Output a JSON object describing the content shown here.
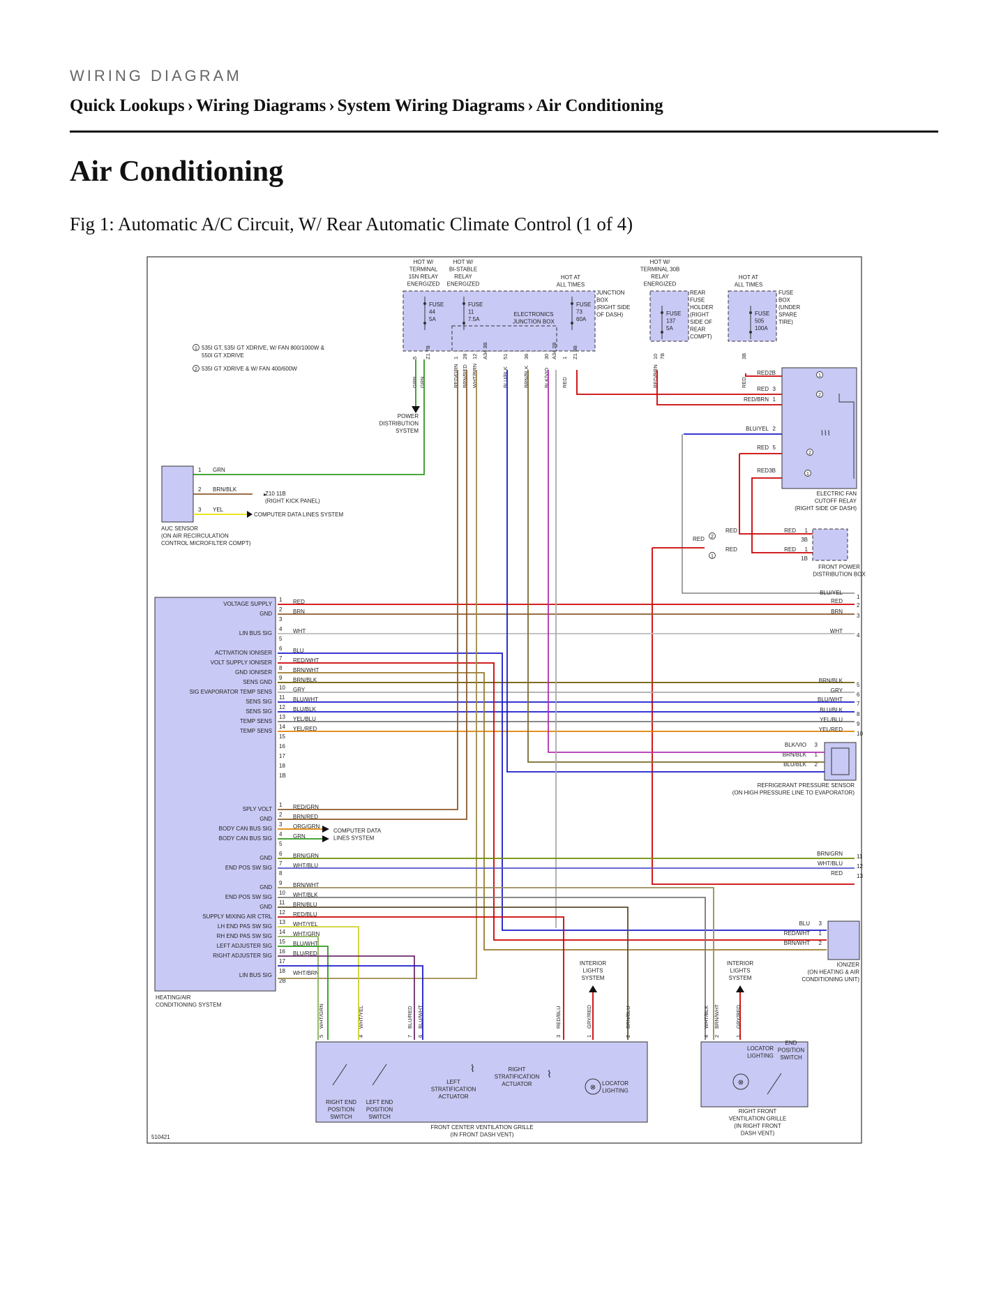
{
  "kicker": "WIRING DIAGRAM",
  "breadcrumb": [
    "Quick Lookups",
    "Wiring Diagrams",
    "System Wiring Diagrams",
    "Air Conditioning"
  ],
  "title": "Air Conditioning",
  "caption": "Fig 1: Automatic A/C Circuit, W/ Rear Automatic Climate Control (1 of 4)",
  "diagram": {
    "figure_id": "510421",
    "notes": [
      {
        "mark": "1",
        "text": "535I GT, 535I GT XDRIVE, W/ FAN 800/1000W &"
      },
      {
        "mark": "",
        "text": "550I GT XDRIVE"
      },
      {
        "mark": "2",
        "text": "535I GT XDRIVE & W/ FAN 400/600W"
      }
    ],
    "power_labels": {
      "hot_15n": [
        "HOT W/",
        "TERMINAL",
        "15N RELAY",
        "ENERGIZED"
      ],
      "hot_bistable": [
        "HOT W/",
        "BI-STABLE",
        "RELAY",
        "ENERGIZED"
      ],
      "hot_all1": [
        "HOT AT",
        "ALL TIMES"
      ],
      "hot_30b": [
        "HOT W/",
        "TERMINAL 30B",
        "RELAY",
        "ENERGIZED"
      ],
      "hot_all2": [
        "HOT AT",
        "ALL TIMES"
      ]
    },
    "fuses": {
      "f44": [
        "FUSE",
        "44",
        "5A"
      ],
      "f11": [
        "FUSE",
        "11",
        "7.5A"
      ],
      "f73": [
        "FUSE",
        "73",
        "60A"
      ],
      "f137": [
        "FUSE",
        "137",
        "5A"
      ],
      "f505": [
        "FUSE",
        "505",
        "100A"
      ]
    },
    "boxes": {
      "ejb": [
        "ELECTRONICS",
        "JUNCTION BOX"
      ],
      "jbox": [
        "JUNCTION",
        "BOX",
        "(RIGHT SIDE",
        "OF DASH)"
      ],
      "rear_fuse": [
        "REAR",
        "FUSE",
        "HOLDER",
        "(RIGHT",
        "SIDE OF",
        "REAR",
        "COMPT)"
      ],
      "fuse_box": [
        "FUSE",
        "BOX",
        "(UNDER",
        "SPARE",
        "TIRE)"
      ],
      "power_dist": [
        "POWER",
        "DISTRIBUTION",
        "SYSTEM"
      ],
      "auc": [
        "AUC SENSOR",
        "(ON AIR RECIRCULATION",
        "CONTROL MICROFILTER COMPT)"
      ],
      "z10": [
        "Z10 11B",
        "(RIGHT KICK PANEL)"
      ],
      "cdl1": "COMPUTER DATA LINES SYSTEM",
      "cdl2": [
        "COMPUTER DATA",
        "LINES SYSTEM"
      ],
      "fan_relay": [
        "ELECTRIC FAN",
        "CUTOFF RELAY",
        "(RIGHT SIDE OF DASH)"
      ],
      "fpdb": [
        "FRONT POWER",
        "DISTRIBUTION BOX"
      ],
      "refrig": [
        "REFRIGERANT PRESSURE SENSOR",
        "(ON HIGH PRESSURE LINE TO EVAPORATOR)"
      ],
      "ionizer": [
        "IONIZER",
        "(ON HEATING & AIR",
        "CONDITIONING UNIT)"
      ],
      "hvac": [
        "HEATING/AIR",
        "CONDITIONING SYSTEM"
      ],
      "interior1": [
        "INTERIOR",
        "LIGHTS",
        "SYSTEM"
      ],
      "interior2": [
        "INTERIOR",
        "LIGHTS",
        "SYSTEM"
      ],
      "center_grille": [
        "FRONT CENTER VENTILATION GRILLE",
        "(IN FRONT DASH VENT)"
      ],
      "right_grille": [
        "RIGHT FRONT",
        "VENTILATION GRILLE",
        "(IN RIGHT FRONT",
        "DASH VENT)"
      ],
      "re_switch": [
        "RIGHT END",
        "POSITION",
        "SWITCH"
      ],
      "le_switch": [
        "LEFT END",
        "POSITION",
        "SWITCH"
      ],
      "left_strat": [
        "LEFT",
        "STRATIFICATION",
        "ACTUATOR"
      ],
      "right_strat": [
        "RIGHT",
        "STRATIFICATION",
        "ACTUATOR"
      ],
      "locator": [
        "LOCATOR",
        "LIGHTING"
      ],
      "locator2": [
        "LOCATOR",
        "LIGHTING"
      ],
      "end_pos": [
        "END",
        "POSITION",
        "SWITCH"
      ]
    },
    "auc_pins": [
      {
        "pin": "1",
        "wire": "GRN"
      },
      {
        "pin": "2",
        "wire": "BRN/BLK"
      },
      {
        "pin": "3",
        "wire": "YEL"
      }
    ],
    "conn_a": [
      {
        "pin": "1",
        "func": "VOLTAGE SUPPLY",
        "wire": "RED"
      },
      {
        "pin": "2",
        "func": "GND",
        "wire": "BRN"
      },
      {
        "pin": "3",
        "func": "",
        "wire": ""
      },
      {
        "pin": "4",
        "func": "LIN BUS SIG",
        "wire": "WHT"
      },
      {
        "pin": "5",
        "func": "",
        "wire": ""
      },
      {
        "pin": "6",
        "func": "ACTIVATION IONISER",
        "wire": "BLU"
      },
      {
        "pin": "7",
        "func": "VOLT SUPPLY IONISER",
        "wire": "RED/WHT"
      },
      {
        "pin": "8",
        "func": "GND IONISER",
        "wire": "BRN/WHT"
      },
      {
        "pin": "9",
        "func": "SENS GND",
        "wire": "BRN/BLK"
      },
      {
        "pin": "10",
        "func": "SIG EVAPORATOR TEMP SENS",
        "wire": "GRY"
      },
      {
        "pin": "11",
        "func": "SENS SIG",
        "wire": "BLU/WHT"
      },
      {
        "pin": "12",
        "func": "SENS SIG",
        "wire": "BLU/BLK"
      },
      {
        "pin": "13",
        "func": "TEMP SENS",
        "wire": "YEL/BLU"
      },
      {
        "pin": "14",
        "func": "TEMP SENS",
        "wire": "YEL/RED"
      },
      {
        "pin": "15",
        "func": "",
        "wire": ""
      },
      {
        "pin": "16",
        "func": "",
        "wire": ""
      },
      {
        "pin": "17",
        "func": "",
        "wire": ""
      },
      {
        "pin": "18",
        "func": "",
        "wire": ""
      },
      {
        "pin": "1B",
        "func": "",
        "wire": ""
      }
    ],
    "conn_b": [
      {
        "pin": "1",
        "func": "SPLY VOLT",
        "wire": "RED/GRN"
      },
      {
        "pin": "2",
        "func": "GND",
        "wire": "BRN/RED"
      },
      {
        "pin": "3",
        "func": "BODY CAN BUS SIG",
        "wire": "ORG/GRN"
      },
      {
        "pin": "4",
        "func": "BODY CAN BUS SIG",
        "wire": "GRN"
      },
      {
        "pin": "5",
        "func": "",
        "wire": ""
      },
      {
        "pin": "6",
        "func": "GND",
        "wire": "BRN/GRN"
      },
      {
        "pin": "7",
        "func": "END POS SW SIG",
        "wire": "WHT/BLU"
      },
      {
        "pin": "8",
        "func": "",
        "wire": ""
      },
      {
        "pin": "9",
        "func": "GND",
        "wire": "BRN/WHT"
      },
      {
        "pin": "10",
        "func": "END POS SW SIG",
        "wire": "WHT/BLK"
      },
      {
        "pin": "11",
        "func": "GND",
        "wire": "BRN/BLU"
      },
      {
        "pin": "12",
        "func": "SUPPLY MIXING AIR CTRL",
        "wire": "RED/BLU"
      },
      {
        "pin": "13",
        "func": "LH END PAS SW SIG",
        "wire": "WHT/YEL"
      },
      {
        "pin": "14",
        "func": "RH END PAS SW SIG",
        "wire": "WHT/GRN"
      },
      {
        "pin": "15",
        "func": "LEFT ADJUSTER SIG",
        "wire": "BLU/WHT"
      },
      {
        "pin": "16",
        "func": "RIGHT ADJUSTER SIG",
        "wire": "BLU/RED"
      },
      {
        "pin": "17",
        "func": "",
        "wire": ""
      },
      {
        "pin": "18",
        "func": "LIN BUS SIG",
        "wire": "WHT/BRN"
      },
      {
        "pin": "2B",
        "func": "",
        "wire": ""
      }
    ],
    "right_a": [
      {
        "wire": "BLU/YEL",
        "pin": "1"
      },
      {
        "wire": "RED",
        "pin": "2"
      },
      {
        "wire": "BRN",
        "pin": "3"
      },
      {
        "wire": "WHT",
        "pin": "4"
      },
      {
        "wire": "BRN/BLK",
        "pin": "5"
      },
      {
        "wire": "GRY",
        "pin": "6"
      },
      {
        "wire": "BLU/WHT",
        "pin": "7"
      },
      {
        "wire": "BLU/BLK",
        "pin": "8"
      },
      {
        "wire": "YEL/BLU",
        "pin": "9"
      },
      {
        "wire": "YEL/RED",
        "pin": "10"
      }
    ],
    "right_b": [
      {
        "wire": "BRN/GRN",
        "pin": "11"
      },
      {
        "wire": "WHT/BLU",
        "pin": "12"
      },
      {
        "wire": "RED",
        "pin": "13"
      }
    ],
    "refrig_pins": [
      {
        "wire": "BLK/VIO",
        "pin": "3"
      },
      {
        "wire": "BRN/BLK",
        "pin": "1"
      },
      {
        "wire": "BLU/BLK",
        "pin": "2"
      }
    ],
    "ionizer_pins": [
      {
        "wire": "BLU",
        "pin": "3"
      },
      {
        "wire": "RED/WHT",
        "pin": "1"
      },
      {
        "wire": "BRN/WHT",
        "pin": "2"
      }
    ],
    "relay_pins": [
      {
        "wire": "RED",
        "pin": "2B"
      },
      {
        "wire": "RED",
        "pin": "3"
      },
      {
        "wire": "RED/BRN",
        "pin": "1"
      },
      {
        "wire": "BLU/YEL",
        "pin": "2"
      },
      {
        "wire": "RED",
        "pin": "5"
      },
      {
        "wire": "RED",
        "pin": "3B"
      }
    ],
    "fpdb_pins": [
      {
        "wire": "RED",
        "pin": "1",
        "conn": "3B"
      },
      {
        "wire": "RED",
        "pin": "1",
        "conn": "1B"
      }
    ],
    "fpdb_left": [
      "RED",
      "RED",
      "RED"
    ],
    "top_wires": [
      {
        "pin": "5",
        "wire": "GRN"
      },
      {
        "pin": "",
        "wire": "GRN"
      },
      {
        "pin": "Z1 7B",
        "wire": ""
      },
      {
        "pin": "1",
        "wire": "RED/GRN"
      },
      {
        "pin": "28",
        "wire": "BRN/RED"
      },
      {
        "pin": "12",
        "wire": "WHT/BRN"
      },
      {
        "pin": "A34 3B",
        "wire": ""
      },
      {
        "pin": "51",
        "wire": "BLU/BLK"
      },
      {
        "pin": "36",
        "wire": "BRN/BLK"
      },
      {
        "pin": "30",
        "wire": "BLK/VIO"
      },
      {
        "pin": "A34 2B",
        "wire": ""
      },
      {
        "pin": "1",
        "wire": "RED"
      },
      {
        "pin": "Z1 9B",
        "wire": ""
      },
      {
        "pin": "10",
        "wire": "RED/BRN"
      },
      {
        "pin": "7B",
        "wire": ""
      },
      {
        "pin": "3B",
        "wire": "RED"
      }
    ],
    "bottom_wires": [
      {
        "pin": "5",
        "wire": "WHT/GRN"
      },
      {
        "pin": "4",
        "wire": "WHT/YEL"
      },
      {
        "pin": "7",
        "wire": "BLU/RED"
      },
      {
        "pin": "6",
        "wire": "BLU/WHT"
      },
      {
        "pin": "3",
        "wire": "RED/BLU"
      },
      {
        "pin": "1",
        "wire": "GRY/RED"
      },
      {
        "pin": "2",
        "wire": "BRN/BLU"
      },
      {
        "pin": "4",
        "wire": "WHT/BLK"
      },
      {
        "pin": "2",
        "wire": "BRN/WHT"
      },
      {
        "pin": "1",
        "wire": "GRY/RED"
      }
    ],
    "colors": {
      "component_fill": "#c9c9f5",
      "red": "#cc0000",
      "brown": "#8b5a2b",
      "green": "#2e9a1e",
      "blue": "#1a1acc",
      "yellow": "#e8e000",
      "gray": "#999999",
      "violet": "#b030b0",
      "orange": "#e08000",
      "white_wire": "#cccccc"
    }
  }
}
